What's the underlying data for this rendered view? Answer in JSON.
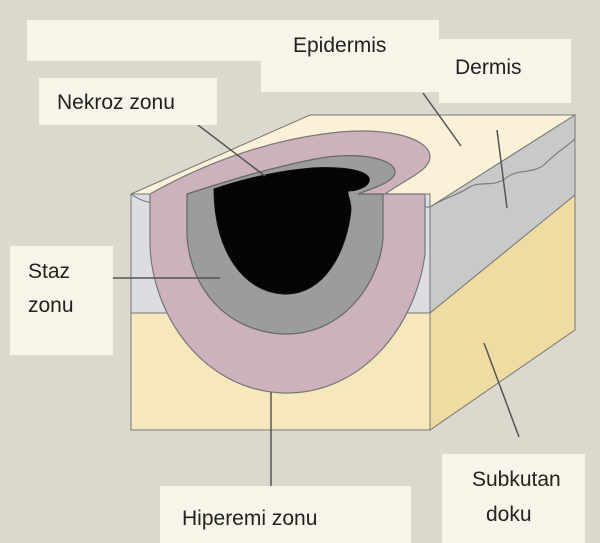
{
  "labels": {
    "epidermis": "Epidermis",
    "dermis": "Dermis",
    "nekroz": "Nekroz zonu",
    "staz_line1": "Staz",
    "staz_line2": "zonu",
    "hiperemi": "Hiperemi zonu",
    "subkutan_line1": "Subkutan",
    "subkutan_line2": "doku"
  },
  "colors": {
    "background": "#ddd8cd",
    "label_box": "#f7f4ea",
    "epidermis_top": "#fbf1d8",
    "dermis": "#c7c8c8",
    "dermis_front": "#dcdde2",
    "subcutaneous": "#f6e7bd",
    "subcutaneous_side": "#efdca2",
    "hyperemia": "#cdb2bd",
    "stasis": "#9b9c9d",
    "necrosis": "#050505"
  }
}
